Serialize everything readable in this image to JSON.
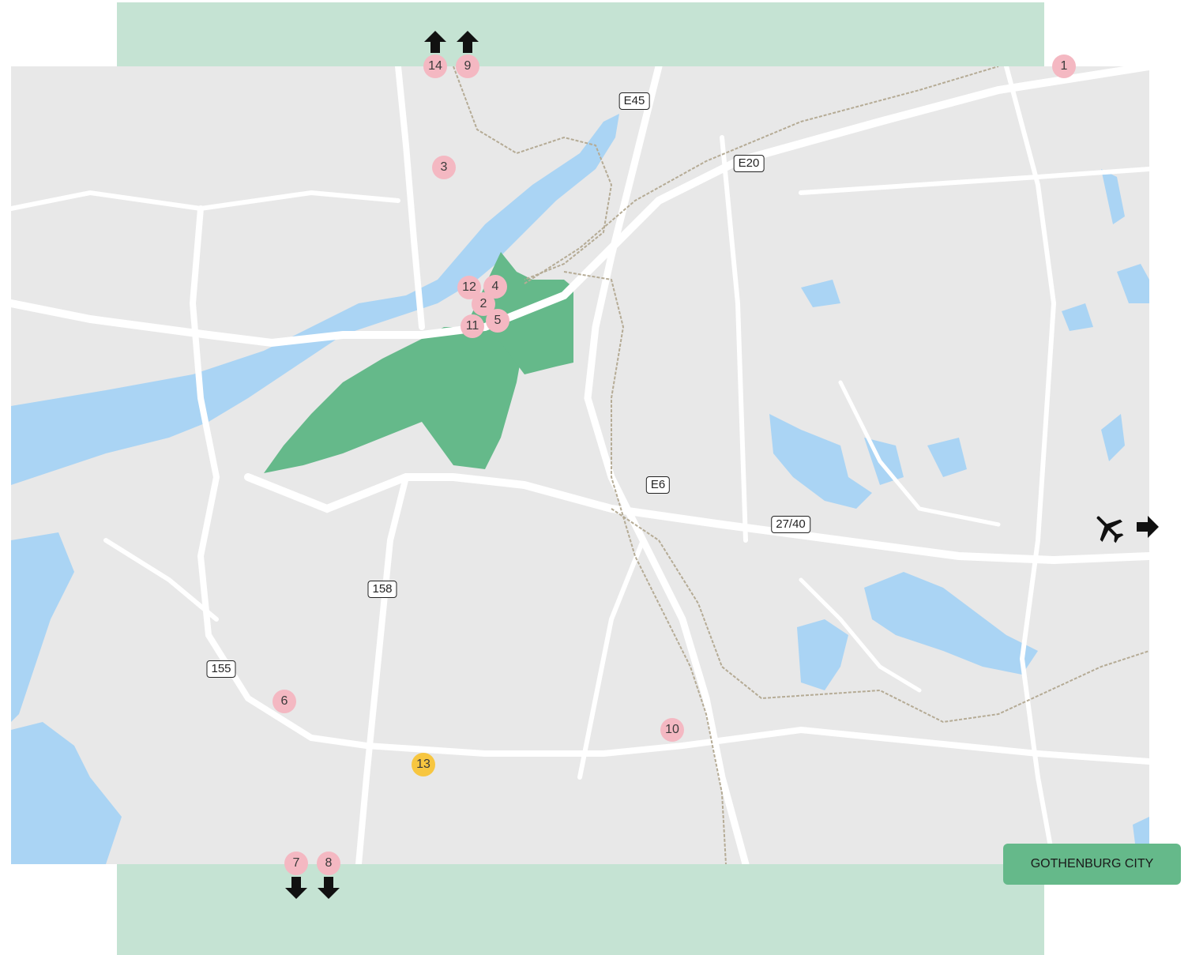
{
  "colors": {
    "band": "#c5e3d3",
    "land": "#e8e8e8",
    "water": "#aad4f4",
    "city_area": "#65b98a",
    "road": "#ffffff",
    "railway": "#b5ab95",
    "marker": "#f4b8c2",
    "marker_highlight": "#f7c640",
    "badge": "#65b98a"
  },
  "road_labels": [
    {
      "id": "e45",
      "text": "E45"
    },
    {
      "id": "e20",
      "text": "E20"
    },
    {
      "id": "e6",
      "text": "E6"
    },
    {
      "id": "r2740",
      "text": "27/40"
    },
    {
      "id": "r158",
      "text": "158"
    },
    {
      "id": "r155",
      "text": "155"
    }
  ],
  "markers": [
    {
      "id": "m1",
      "text": "1"
    },
    {
      "id": "m2",
      "text": "2"
    },
    {
      "id": "m3",
      "text": "3"
    },
    {
      "id": "m4",
      "text": "4"
    },
    {
      "id": "m5",
      "text": "5"
    },
    {
      "id": "m6",
      "text": "6"
    },
    {
      "id": "m7",
      "text": "7"
    },
    {
      "id": "m8",
      "text": "8"
    },
    {
      "id": "m9",
      "text": "9"
    },
    {
      "id": "m10",
      "text": "10"
    },
    {
      "id": "m11",
      "text": "11"
    },
    {
      "id": "m12",
      "text": "12"
    },
    {
      "id": "m13",
      "text": "13"
    },
    {
      "id": "m14",
      "text": "14"
    }
  ],
  "icons": {
    "plane": "airplane-icon",
    "arrow_up": "arrow-up-icon",
    "arrow_down": "arrow-down-icon",
    "arrow_right": "arrow-right-icon"
  },
  "badge": {
    "label": "GOTHENBURG CITY"
  }
}
